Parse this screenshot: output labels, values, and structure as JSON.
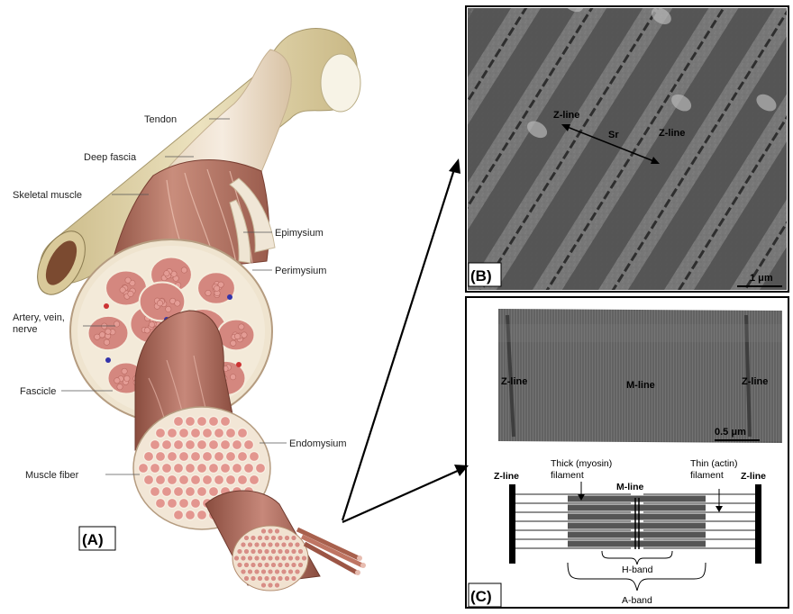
{
  "panel_a": {
    "tag": "(A)",
    "labels": {
      "tendon": "Tendon",
      "deep_fascia": "Deep fascia",
      "skeletal_muscle": "Skeletal muscle",
      "epimysium": "Epimysium",
      "perimysium": "Perimysium",
      "artery_line1": "Artery, vein,",
      "artery_line2": "nerve",
      "fascicle": "Fascicle",
      "endomysium": "Endomysium",
      "muscle_fiber": "Muscle fiber"
    }
  },
  "panel_b": {
    "tag": "(B)",
    "z_line_left": "Z-line",
    "z_line_right": "Z-line",
    "sarcomere": "Sr",
    "scale": "1 μm"
  },
  "panel_c": {
    "tag": "(C)",
    "em": {
      "z_line_left": "Z-line",
      "m_line": "M-line",
      "z_line_right": "Z-line",
      "scale": "0.5 μm"
    },
    "schematic": {
      "z_line_left": "Z-line",
      "z_line_right": "Z-line",
      "thick_line1": "Thick (myosin)",
      "thick_line2": "filament",
      "thin_line1": "Thin (actin)",
      "thin_line2": "filament",
      "m_line": "M-line",
      "h_band": "H-band",
      "a_band": "A-band"
    }
  },
  "colors": {
    "muscle": "#b8756a",
    "fiber": "#d98c86",
    "connective": "#efe4cf",
    "bone": "#ded2a6",
    "em_gray": "#6e6e6e"
  }
}
